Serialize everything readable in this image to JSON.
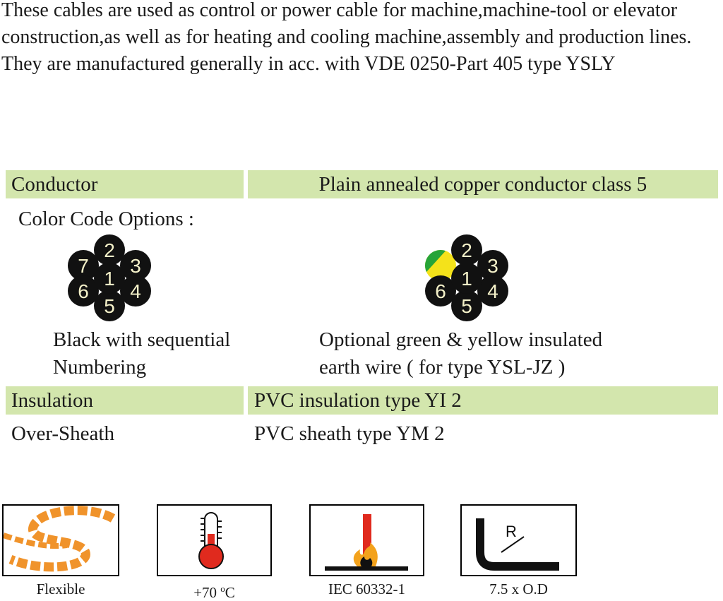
{
  "intro": "These cables are used as control or power cable for machine,machine-tool or elevator construction,as well as for heating and cooling machine,assembly and production lines. They are manufactured generally in acc. with VDE 0250-Part 405 type YSLY",
  "conductor": {
    "label": "Conductor",
    "value": "Plain annealed copper conductor class 5"
  },
  "color_code": {
    "title": "Color Code Options :",
    "diagram_left": {
      "numbers": [
        "1",
        "2",
        "3",
        "4",
        "5",
        "6",
        "7"
      ]
    },
    "diagram_right": {
      "numbers": [
        "1",
        "2",
        "3",
        "4",
        "5",
        "6"
      ]
    },
    "option_left_line1": "Black with sequential",
    "option_left_line2": "Numbering",
    "option_right_line1": "Optional green & yellow insulated",
    "option_right_line2": "earth wire ( for type YSL-JZ )"
  },
  "insulation": {
    "label": "Insulation",
    "value": "PVC insulation type YI 2"
  },
  "sheath": {
    "label": "Over-Sheath",
    "value": "PVC sheath type YM 2"
  },
  "icons": {
    "flexible": "Flexible",
    "temp_prefix": "+70 ",
    "temp_unit_sup": "o",
    "temp_unit": "C",
    "flame": "IEC 60332-1",
    "bend": "7.5 x O.D",
    "bend_symbol": "R"
  },
  "colors": {
    "band": "#d3e6ad",
    "core": "#111111",
    "number": "#f3f0c8",
    "rope": "#f0932b",
    "thermo": "#e02a1e",
    "flame": "#f3a21c",
    "green": "#27a438",
    "yellow": "#f4e21a"
  }
}
